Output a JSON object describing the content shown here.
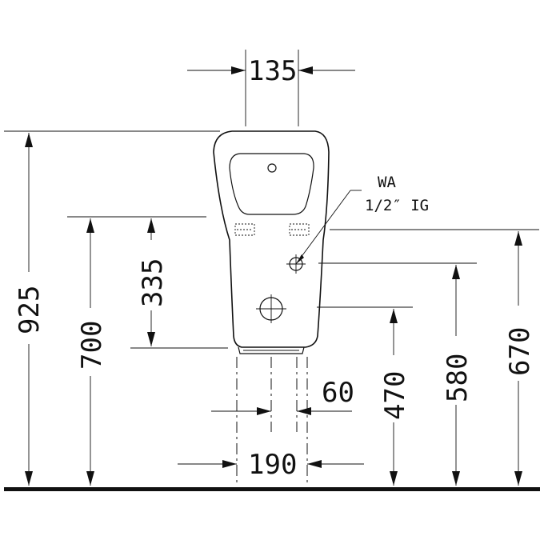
{
  "diagram": {
    "dimensions": {
      "top_width": "135",
      "total_height": "925",
      "rim_height": "700",
      "bowl_depth": "335",
      "bottom_width": "190",
      "outlet_width": "60",
      "outlet_height": "470",
      "supply_height": "580",
      "top_inlet_height": "670"
    },
    "annotation": {
      "line1": "WA",
      "line2": "1/2″ IG"
    }
  }
}
